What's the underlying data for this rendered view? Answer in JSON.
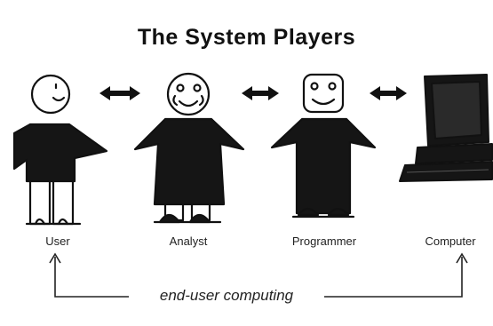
{
  "diagram": {
    "title": "The System Players",
    "players": [
      {
        "id": "user",
        "label": "User"
      },
      {
        "id": "analyst",
        "label": "Analyst"
      },
      {
        "id": "programmer",
        "label": "Programmer"
      },
      {
        "id": "computer",
        "label": "Computer"
      }
    ],
    "connector_label": "end-user computing"
  }
}
